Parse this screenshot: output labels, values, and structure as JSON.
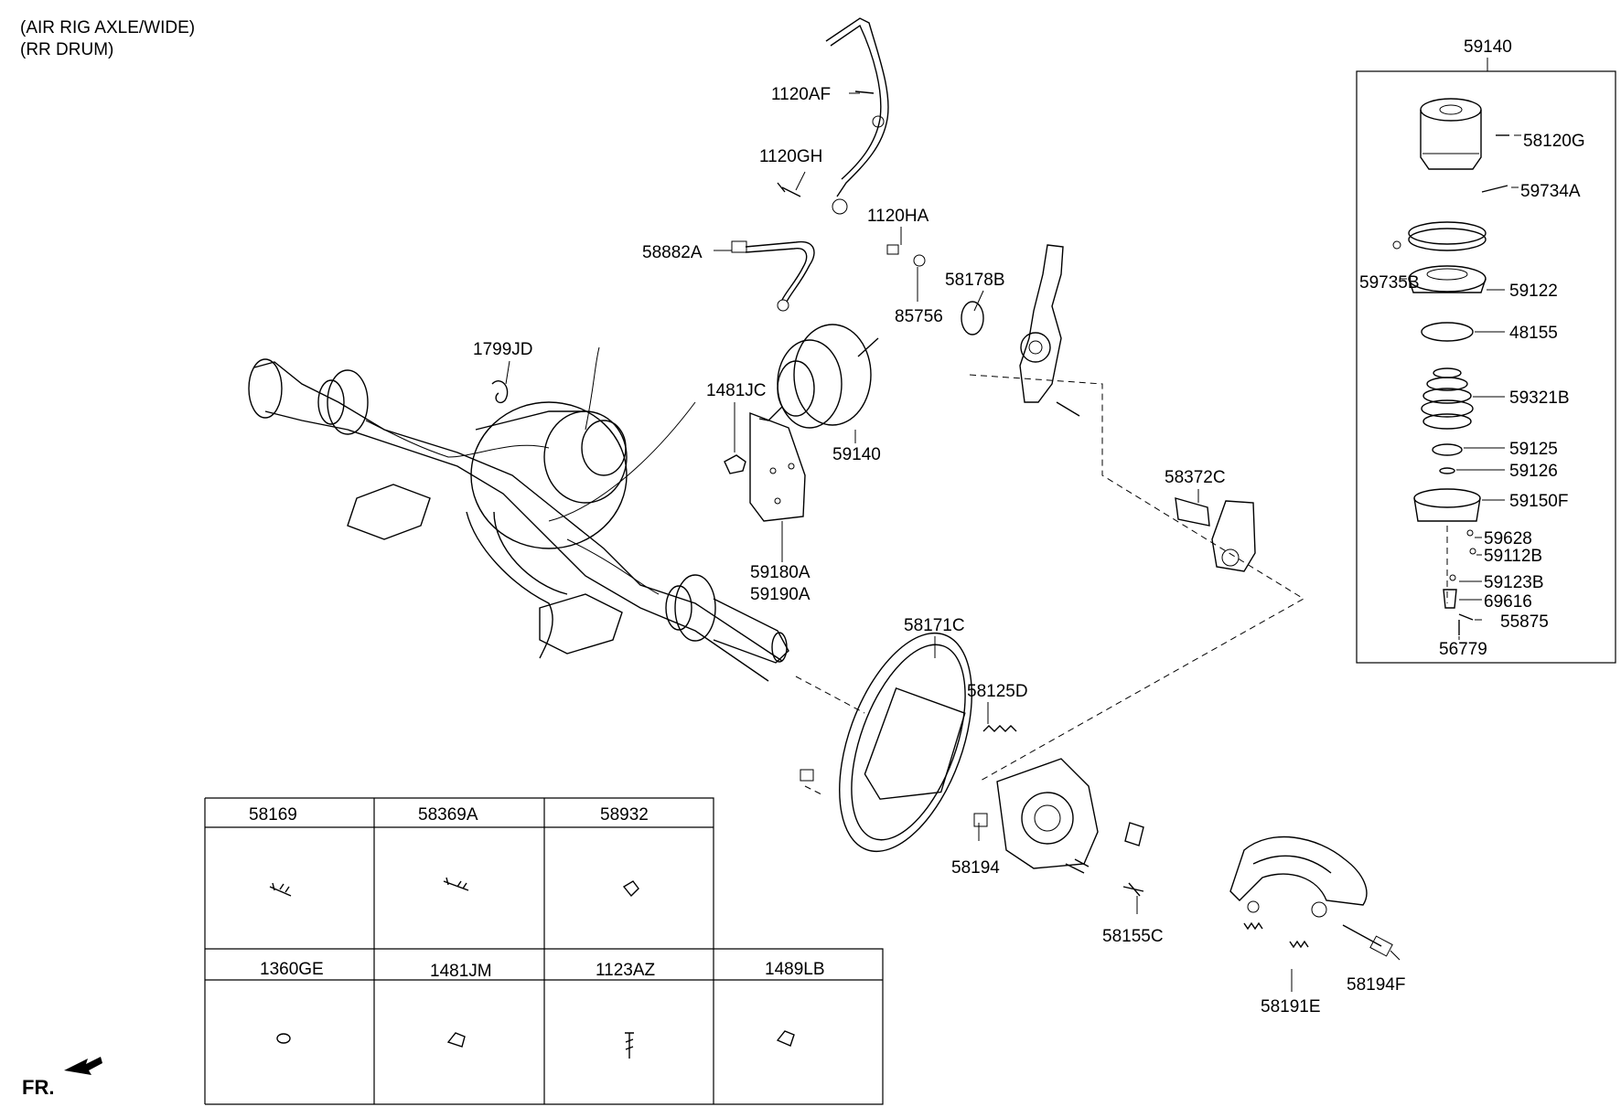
{
  "header": {
    "line1": "(AIR RIG AXLE/WIDE)",
    "line2": "(RR DRUM)"
  },
  "labels": {
    "p1120AF": "1120AF",
    "p1120GH": "1120GH",
    "p1120HA": "1120HA",
    "p58882A": "58882A",
    "p58178B": "58178B",
    "p85756": "85756",
    "p1799JD": "1799JD",
    "p1481JC": "1481JC",
    "p59140_center": "59140",
    "p59180A": "59180A",
    "p59190A": "59190A",
    "p58372C": "58372C",
    "p58171C": "58171C",
    "p58125D": "58125D",
    "p58194": "58194",
    "p58155C": "58155C",
    "p58191E": "58191E",
    "p58194F": "58194F"
  },
  "inset": {
    "title": "59140",
    "items": [
      "58120G",
      "59734A",
      "59735B",
      "59122",
      "48155",
      "59321B",
      "59125",
      "59126",
      "59150F",
      "59628",
      "59112B",
      "59123B",
      "69616",
      "55875",
      "56779"
    ]
  },
  "table": {
    "row1": [
      "58169",
      "58369A",
      "58932"
    ],
    "row2": [
      "1360GE",
      "1481JM",
      "1123AZ",
      "1489LB"
    ]
  },
  "footer": {
    "direction": "FR."
  }
}
